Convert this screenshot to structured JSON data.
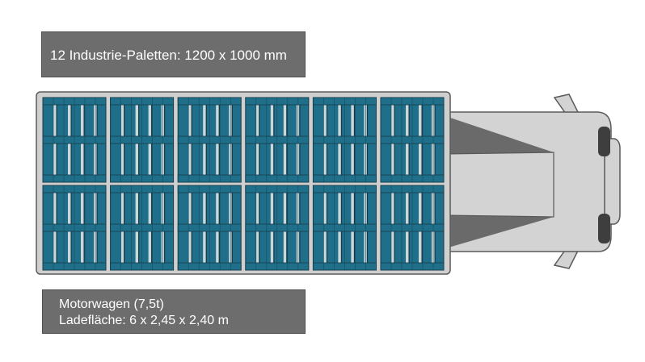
{
  "pallet_label": "12 Industrie-Paletten: 1200 x 1000 mm",
  "vehicle": {
    "name": "Motorwagen (7,5t)",
    "load_area": "Ladefläche: 6 x 2,45 x 2,40 m"
  },
  "pallets": {
    "rows": 2,
    "cols": 6
  },
  "colors": {
    "pallet_fill": "#1f6f8b",
    "bed_fill": "#cfcfcf",
    "cab_fill": "#d3d3d3",
    "label_bg": "#6d6d6d",
    "dark_accent": "#3e3e3e"
  }
}
